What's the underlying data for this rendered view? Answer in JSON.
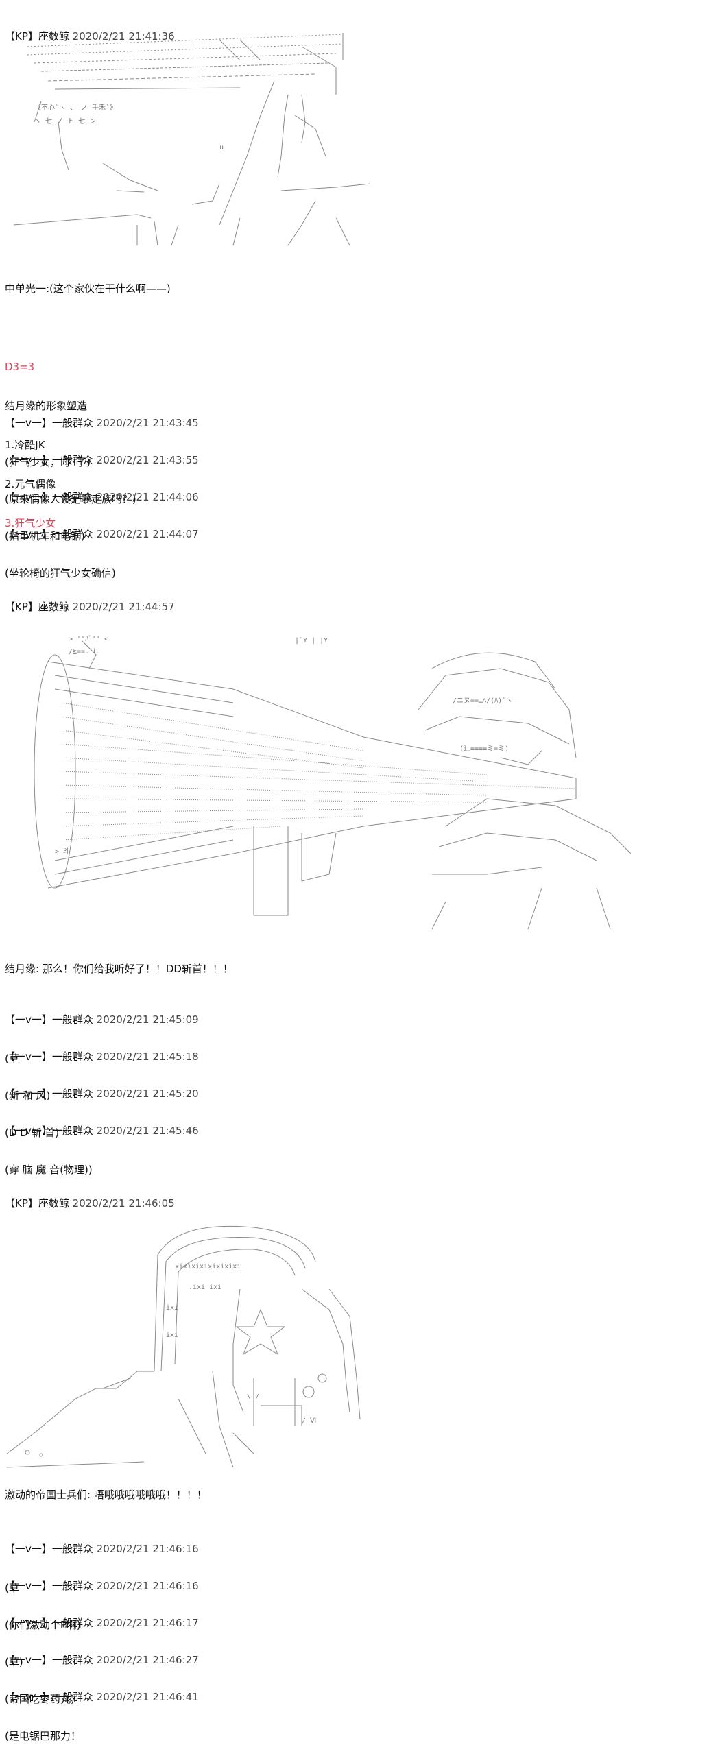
{
  "colors": {
    "text": "#111111",
    "timestamp": "#444444",
    "dice": "#d9435a",
    "art": "#777777"
  },
  "posts": [
    {
      "id": "p1",
      "name": "【KP】座数鲸",
      "time": "2020/2/21 21:41:36"
    },
    {
      "id": "p2",
      "name": "【一v一】一般群众",
      "time": "2020/2/21 21:43:45",
      "body": [
        "(狂气少女，i了i了)"
      ]
    },
    {
      "id": "p3",
      "name": "【一v一】一般群众",
      "time": "2020/2/21 21:43:55",
      "body": [
        "(原来偶像人设是暴走族吗？)"
      ]
    },
    {
      "id": "p4",
      "name": "【一v一】一般群众",
      "time": "2020/2/21 21:44:06",
      "body": [
        "(指重机车和电锯)"
      ]
    },
    {
      "id": "p5",
      "name": "【一v一】一般群众",
      "time": "2020/2/21 21:44:07",
      "body": [
        "(坐轮椅的狂气少女确信)"
      ]
    },
    {
      "id": "p6",
      "name": "【KP】座数鲸",
      "time": "2020/2/21 21:44:57"
    },
    {
      "id": "p7",
      "name": "【一v一】一般群众",
      "time": "2020/2/21 21:45:09",
      "body": [
        "(草"
      ]
    },
    {
      "id": "p8",
      "name": "【一v一】一般群众",
      "time": "2020/2/21 21:45:18",
      "body": [
        "(新 和 风)"
      ]
    },
    {
      "id": "p9",
      "name": "【一v一】一般群众",
      "time": "2020/2/21 21:45:20",
      "body": [
        "(D D 斩 首)"
      ]
    },
    {
      "id": "p10",
      "name": "【一v一】一般群众",
      "time": "2020/2/21 21:45:46",
      "body": [
        "(穿 脑 魔 音(物理))"
      ]
    },
    {
      "id": "p11",
      "name": "【KP】座数鲸",
      "time": "2020/2/21 21:46:05"
    },
    {
      "id": "p12",
      "name": "【一v一】一般群众",
      "time": "2020/2/21 21:46:16",
      "body": [
        "(草"
      ]
    },
    {
      "id": "p13",
      "name": "【一v一】一般群众",
      "time": "2020/2/21 21:46:16",
      "body": [
        "(你们激动个P啊)"
      ]
    },
    {
      "id": "p14",
      "name": "【一v一】一般群众",
      "time": "2020/2/21 21:46:17",
      "body": [
        "(草)"
      ]
    },
    {
      "id": "p15",
      "name": "【一v一】一般群众",
      "time": "2020/2/21 21:46:27",
      "body": [
        "(帝国吃枣药丸)"
      ]
    },
    {
      "id": "p16",
      "name": "【一v一】一般群众",
      "time": "2020/2/21 21:46:41",
      "body": [
        "(是电锯巴那力！"
      ]
    }
  ],
  "scene1": {
    "dialogue": "中单光一:(这个家伙在干什么啊——)",
    "dice": "D3=3",
    "options_title": "结月缘的形象塑造",
    "options": [
      "1.冷酷JK",
      "2.元气偶像"
    ],
    "chosen": "3.狂气少女"
  },
  "scene2": {
    "dialogue": "结月缘: 那么！你们给我听好了！！DD斩首！！！"
  },
  "scene3": {
    "dialogue": "激动的帝国士兵们: 唔哦哦哦哦哦哦！！！！"
  },
  "art": {
    "a1": [
      "《不心`ヽ 、  ノ 手禾`》",
      "ヽ  七 ノ   ト   七 ン",
      "u"
    ],
    "a2": [
      "> ''ﾊﾞ'' <",
      "/≧==.  ⅰ.",
      "|`Y   |  |Y",
      "/ニヌ==…ﾍ/(ﾊ)`ヽ",
      "(辶≡≡≡≡ミ=ミ)",
      "> 斗"
    ],
    "a3": [
      "xixixixixixixixi",
      ".ixi    ixi",
      "ixi",
      "ixi",
      "\\ /",
      "/ Ⅵ"
    ]
  }
}
